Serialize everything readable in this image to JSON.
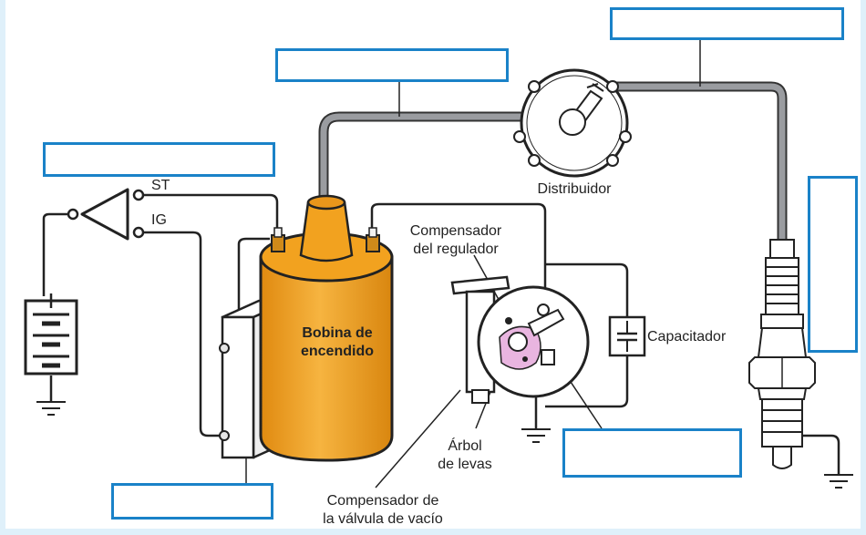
{
  "colors": {
    "background_tint": "#dff0fa",
    "wire": "#222222",
    "hv_cable": "#8e9094",
    "coil": "#f2a21f",
    "box_border": "#1a82c8",
    "cam": "#e9b5e0"
  },
  "labels": {
    "st": "ST",
    "ig": "IG",
    "distribuidor": "Distribuidor",
    "compensador_regulador": [
      "Compensador",
      "del regulador"
    ],
    "bobina": [
      "Bobina de",
      "encendido"
    ],
    "capacitador": "Capacitador",
    "arbol": [
      "Árbol",
      "de levas"
    ],
    "compensador_vacio": [
      "Compensador de",
      "la válvula de vacío"
    ]
  },
  "answer_boxes": [
    {
      "id": "top-right",
      "text": ""
    },
    {
      "id": "top-center",
      "text": ""
    },
    {
      "id": "left",
      "text": ""
    },
    {
      "id": "spark-plug-side",
      "text": ""
    },
    {
      "id": "bottom-right",
      "text": ""
    },
    {
      "id": "bottom-left",
      "text": ""
    }
  ]
}
